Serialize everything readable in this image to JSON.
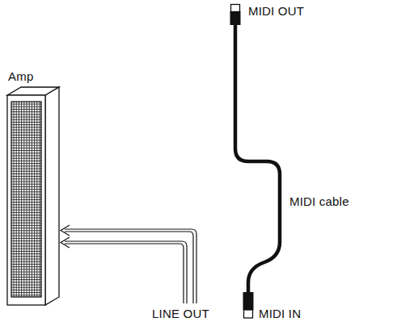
{
  "diagram": {
    "nodes": [
      {
        "text": [
          "Amp"
        ]
      }
    ],
    "labels": [
      "MIDI OUT",
      "MIDI cable",
      "LINE OUT",
      "MIDI IN"
    ]
  }
}
